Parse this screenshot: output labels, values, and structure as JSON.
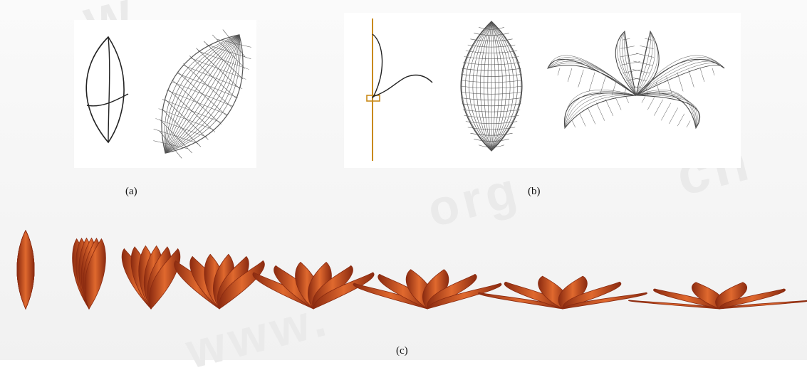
{
  "figure": {
    "captions": {
      "a": "(a)",
      "b": "(b)",
      "c": "(c)"
    },
    "colors": {
      "sketch": "#222222",
      "wire": "#555555",
      "stem": "#c98a1a",
      "petal": "#c8451a",
      "petal_dark": "#8a2a10",
      "petal_light": "#e0692e"
    },
    "bloom_stages": [
      0,
      0.12,
      0.25,
      0.4,
      0.55,
      0.7,
      0.85,
      1.0
    ]
  }
}
